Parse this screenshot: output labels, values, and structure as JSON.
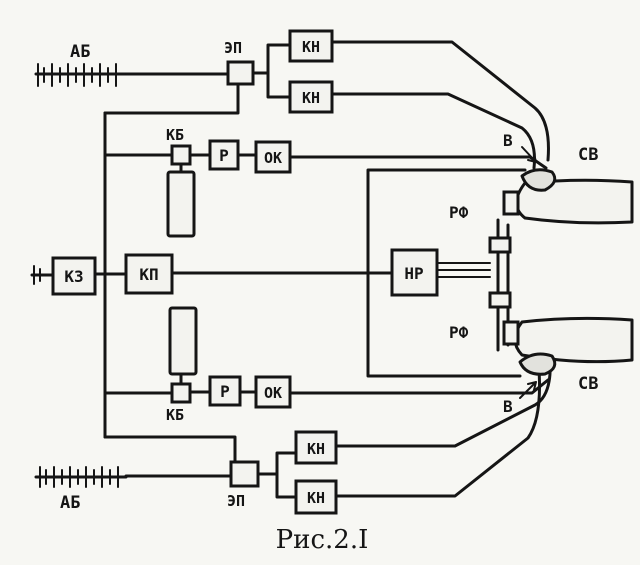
{
  "labels": {
    "ab": "АБ",
    "ep": "ЭП",
    "kn": "КН",
    "kb": "КБ",
    "r": "Р",
    "ok": "ОК",
    "kz": "КЗ",
    "kp": "КП",
    "nr": "НР",
    "rf": "РФ",
    "v": "В",
    "sv": "СВ"
  },
  "caption": "Рис.2.I"
}
